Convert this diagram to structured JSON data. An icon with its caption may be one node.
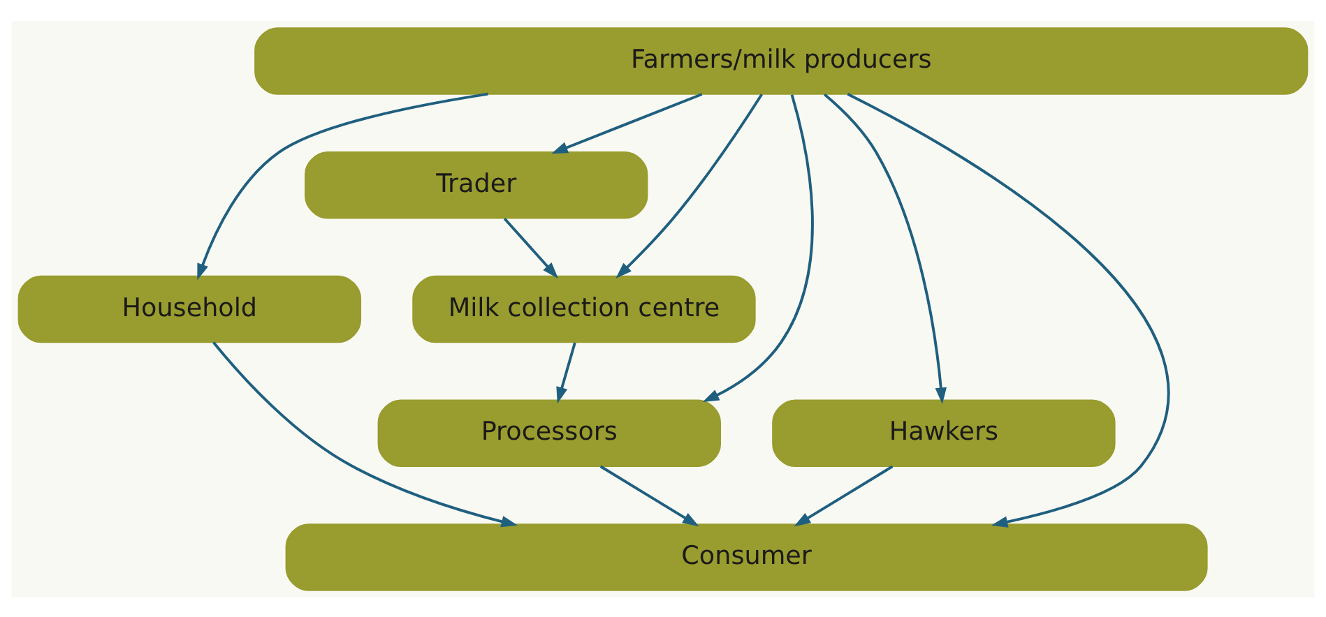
{
  "diagram": {
    "nodes": [
      {
        "text": [
          "Farmers/milk producers"
        ]
      },
      {
        "text": [
          "Trader"
        ]
      },
      {
        "text": [
          "Household"
        ]
      },
      {
        "text": [
          "Milk collection centre"
        ]
      },
      {
        "text": [
          "Hawkers"
        ]
      },
      {
        "text": [
          "Processors"
        ]
      },
      {
        "text": [
          "Consumer"
        ]
      }
    ],
    "edges": [
      {
        "from": 0,
        "to": 5,
        "arrow": "to"
      },
      {
        "from": 0,
        "to": 3,
        "arrow": "to"
      },
      {
        "from": 0,
        "to": 1,
        "arrow": "to"
      },
      {
        "from": 0,
        "to": 4,
        "arrow": "to"
      },
      {
        "from": 0,
        "to": 6,
        "arrow": "to"
      },
      {
        "from": 0,
        "to": 2,
        "arrow": "to"
      },
      {
        "from": 1,
        "to": 3,
        "arrow": "to"
      },
      {
        "from": 3,
        "to": 5,
        "arrow": "to"
      },
      {
        "from": 5,
        "to": 6,
        "arrow": "to"
      },
      {
        "from": 4,
        "to": 6,
        "arrow": "to"
      },
      {
        "from": 2,
        "to": 6,
        "arrow": "to"
      }
    ]
  }
}
